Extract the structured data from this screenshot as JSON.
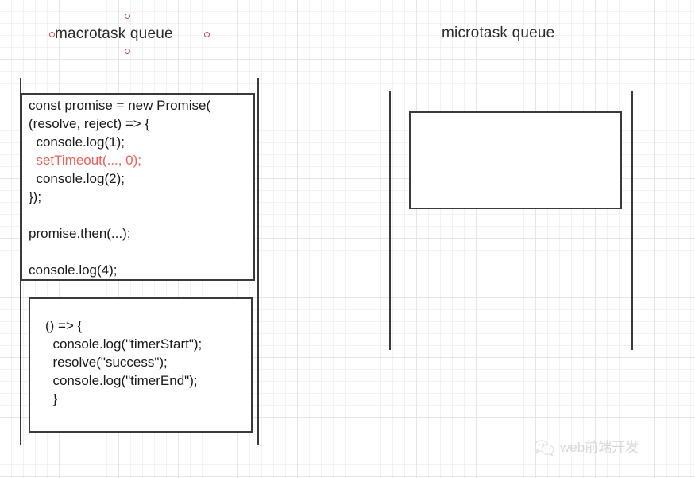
{
  "canvas": {
    "background": "#ffffff",
    "grid_minor_color": "#f2f2f2",
    "grid_major_color": "#e6e6e6",
    "stroke_color": "#3a3a3a",
    "handle_color": "#c0504d",
    "highlight_color": "#f2615a"
  },
  "macrotask": {
    "title": "macrotask queue",
    "code_main": {
      "lines": [
        {
          "text": "const promise = new Promise(",
          "highlight": false
        },
        {
          "text": "(resolve, reject) => {",
          "highlight": false
        },
        {
          "text": "  console.log(1);",
          "highlight": false
        },
        {
          "text": "  setTimeout(..., 0);",
          "highlight": true
        },
        {
          "text": "  console.log(2);",
          "highlight": false
        },
        {
          "text": "});",
          "highlight": false
        },
        {
          "text": "",
          "highlight": false
        },
        {
          "text": "promise.then(...);",
          "highlight": false
        },
        {
          "text": "",
          "highlight": false
        },
        {
          "text": "console.log(4);",
          "highlight": false
        }
      ]
    },
    "code_timer": {
      "lines": [
        {
          "text": "() => {",
          "highlight": false
        },
        {
          "text": "  console.log(\"timerStart\");",
          "highlight": false
        },
        {
          "text": "  resolve(\"success\");",
          "highlight": false
        },
        {
          "text": "  console.log(\"timerEnd\");",
          "highlight": false
        },
        {
          "text": "  }",
          "highlight": false
        }
      ]
    }
  },
  "microtask": {
    "title": "microtask queue",
    "slot_content": ""
  },
  "watermark": {
    "text": "web前端开发",
    "icon": "wechat-icon"
  }
}
